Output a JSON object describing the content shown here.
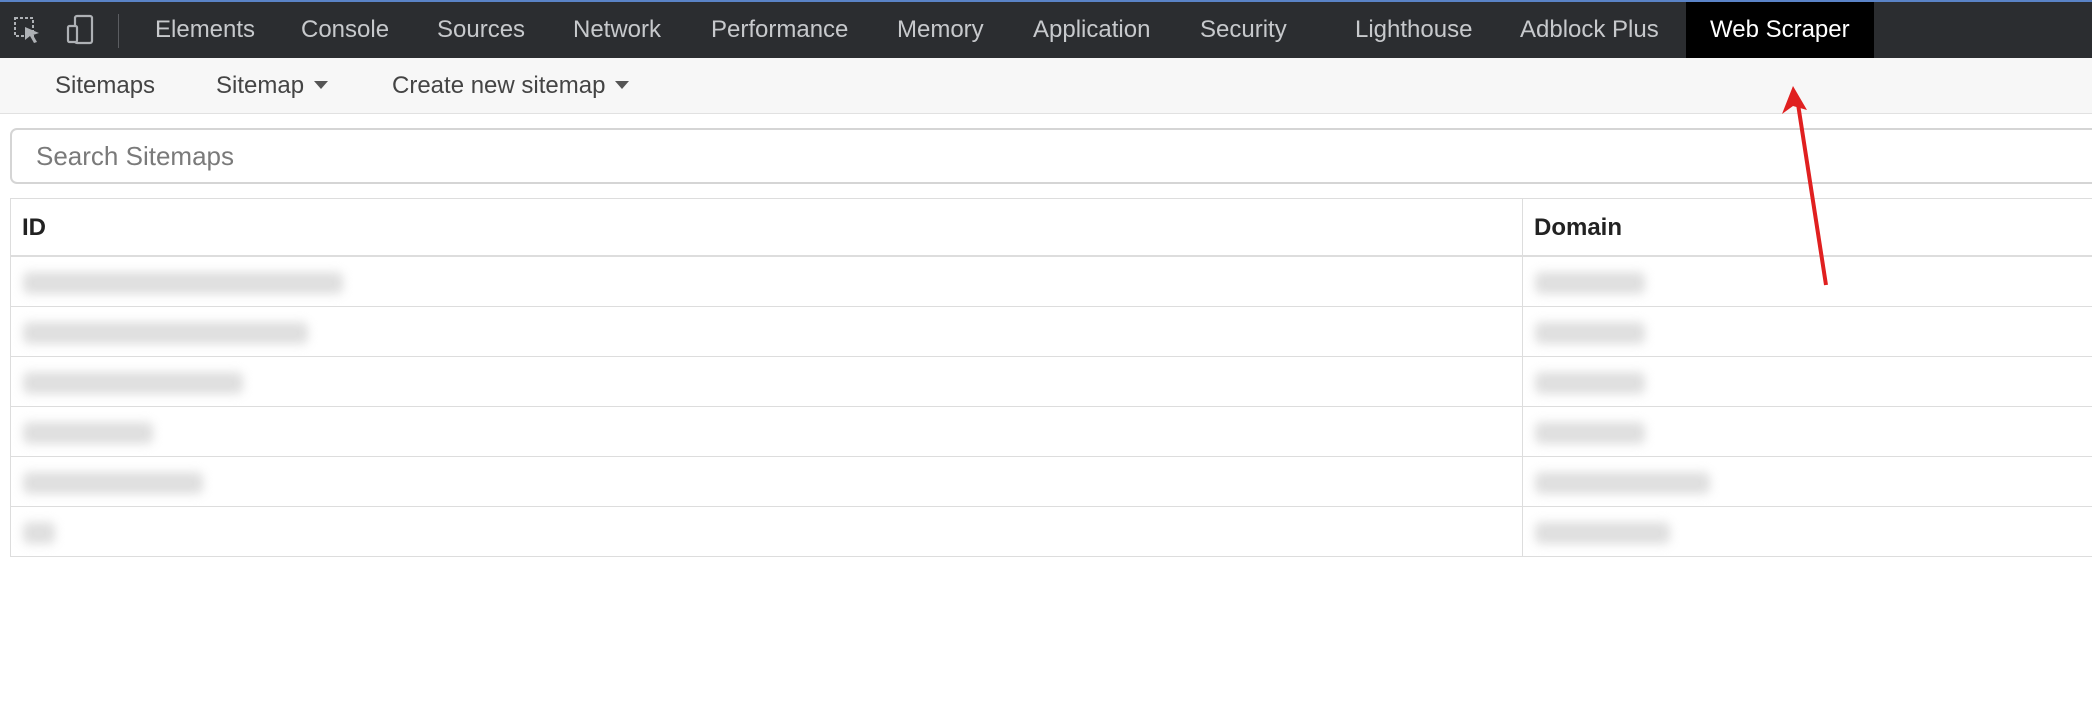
{
  "devtools": {
    "tabs": [
      {
        "label": "Elements"
      },
      {
        "label": "Console"
      },
      {
        "label": "Sources"
      },
      {
        "label": "Network"
      },
      {
        "label": "Performance"
      },
      {
        "label": "Memory"
      },
      {
        "label": "Application"
      },
      {
        "label": "Security"
      },
      {
        "label": "Lighthouse"
      },
      {
        "label": "Adblock Plus"
      },
      {
        "label": "Web Scraper",
        "active": true
      }
    ],
    "icons": [
      "inspect-element-icon",
      "device-toolbar-icon"
    ]
  },
  "subnav": {
    "sitemaps_label": "Sitemaps",
    "sitemap_label": "Sitemap",
    "create_label": "Create new sitemap"
  },
  "search": {
    "placeholder": "Search Sitemaps"
  },
  "table": {
    "columns": [
      "ID",
      "Domain"
    ]
  },
  "colors": {
    "devtools_bg": "#2b2d30",
    "active_tab_bg": "#000000",
    "annotation_arrow": "#e02020"
  }
}
